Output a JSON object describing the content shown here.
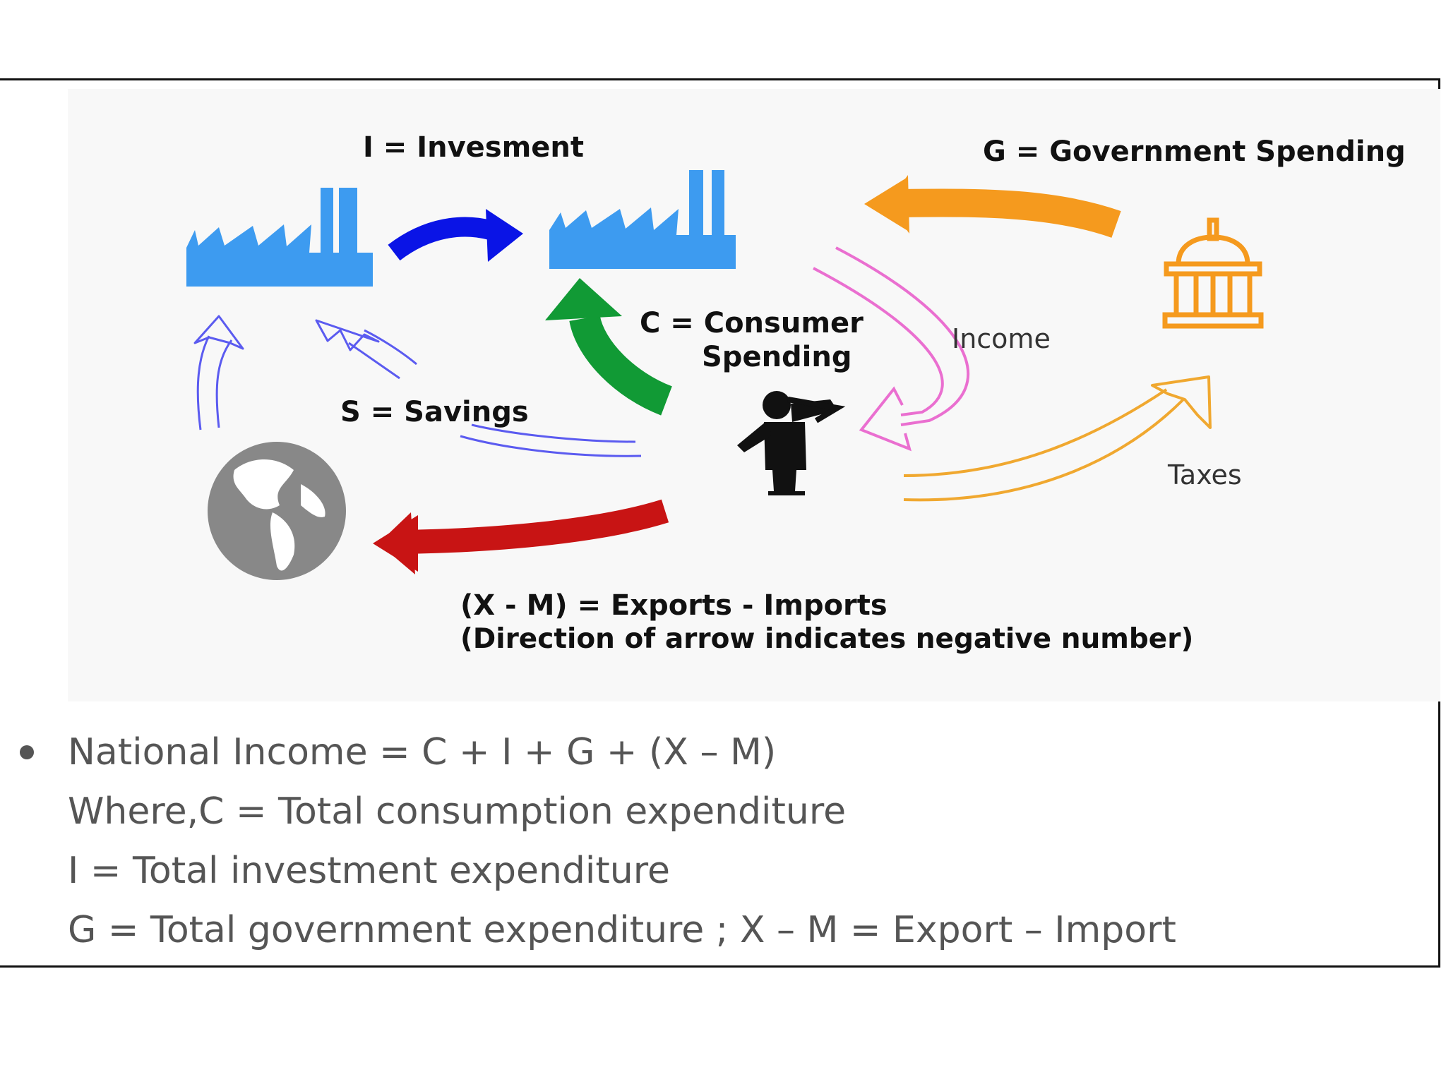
{
  "diagram": {
    "labels": {
      "investment": "I = Invesment",
      "government": "G = Government Spending",
      "consumer_line1": "C = Consumer",
      "consumer_line2": "Spending",
      "income": "Income",
      "savings": "S = Savings",
      "taxes": "Taxes",
      "net_exports_line1": "(X - M) = Exports - Imports",
      "net_exports_line2": "(Direction of arrow indicates negative number)"
    },
    "icons": [
      "factory-icon",
      "factory-icon",
      "government-building-icon",
      "person-icon",
      "globe-icon"
    ],
    "colors": {
      "factory": "#3d9bf0",
      "investment_arrow": "#0a14e6",
      "government_arrow": "#f59a1e",
      "consumer_arrow": "#119a35",
      "income_arrow": "#ea6fd0",
      "savings_arrow": "#5b5bf0",
      "taxes_arrow": "#f0a830",
      "net_exports_arrow": "#c81414",
      "globe": "#888888"
    }
  },
  "notes": {
    "lines": [
      "National Income = C + I + G + (X – M)",
      "Where,C = Total consumption expenditure",
      "I = Total investment expenditure",
      "G = Total government expenditure ; X – M = Export – Import"
    ]
  }
}
